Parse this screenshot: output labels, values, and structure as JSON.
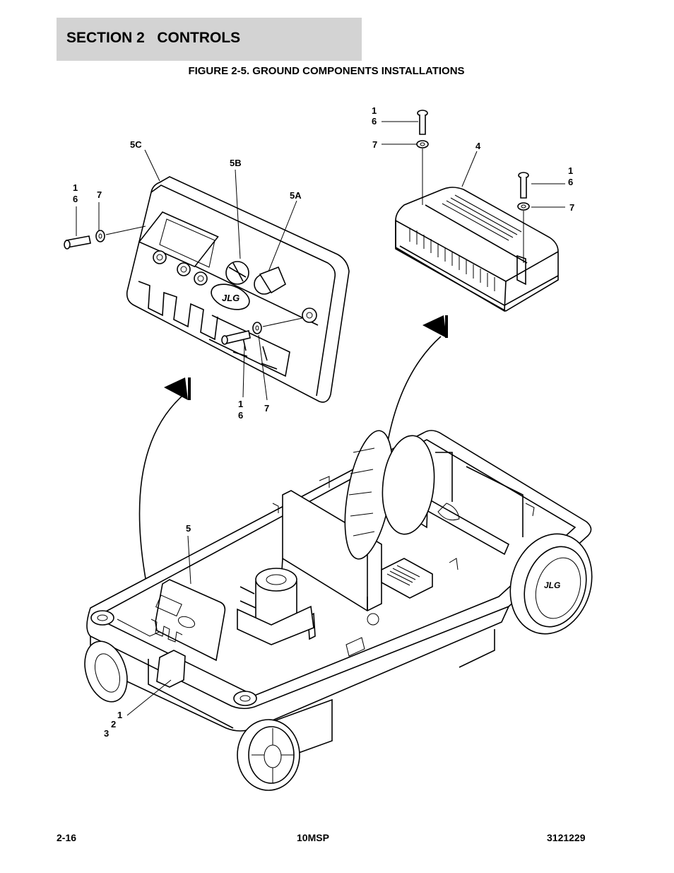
{
  "header": {
    "section_title": "SECTION 2   CONTROLS",
    "figure_title": "FIGURE 2-5. GROUND COMPONENTS INSTALLATIONS",
    "band_color": "#d3d3d3"
  },
  "callouts": {
    "c5c": "5C",
    "c5b": "5B",
    "c5a": "5A",
    "c1_left": "1",
    "c6_left": "6",
    "c7_left": "7",
    "c1_mid": "1",
    "c6_mid": "6",
    "c7_mid": "7",
    "c1_top": "1",
    "c6_top": "6",
    "c7_top": "7",
    "c4": "4",
    "c1_right": "1",
    "c6_right": "6",
    "c7_right": "7",
    "c5": "5",
    "c1_base": "1",
    "c2_base": "2",
    "c3_base": "3"
  },
  "logo_text": "JLG",
  "footer": {
    "page_number": "2-16",
    "model": "10MSP",
    "doc_number": "3121229"
  }
}
